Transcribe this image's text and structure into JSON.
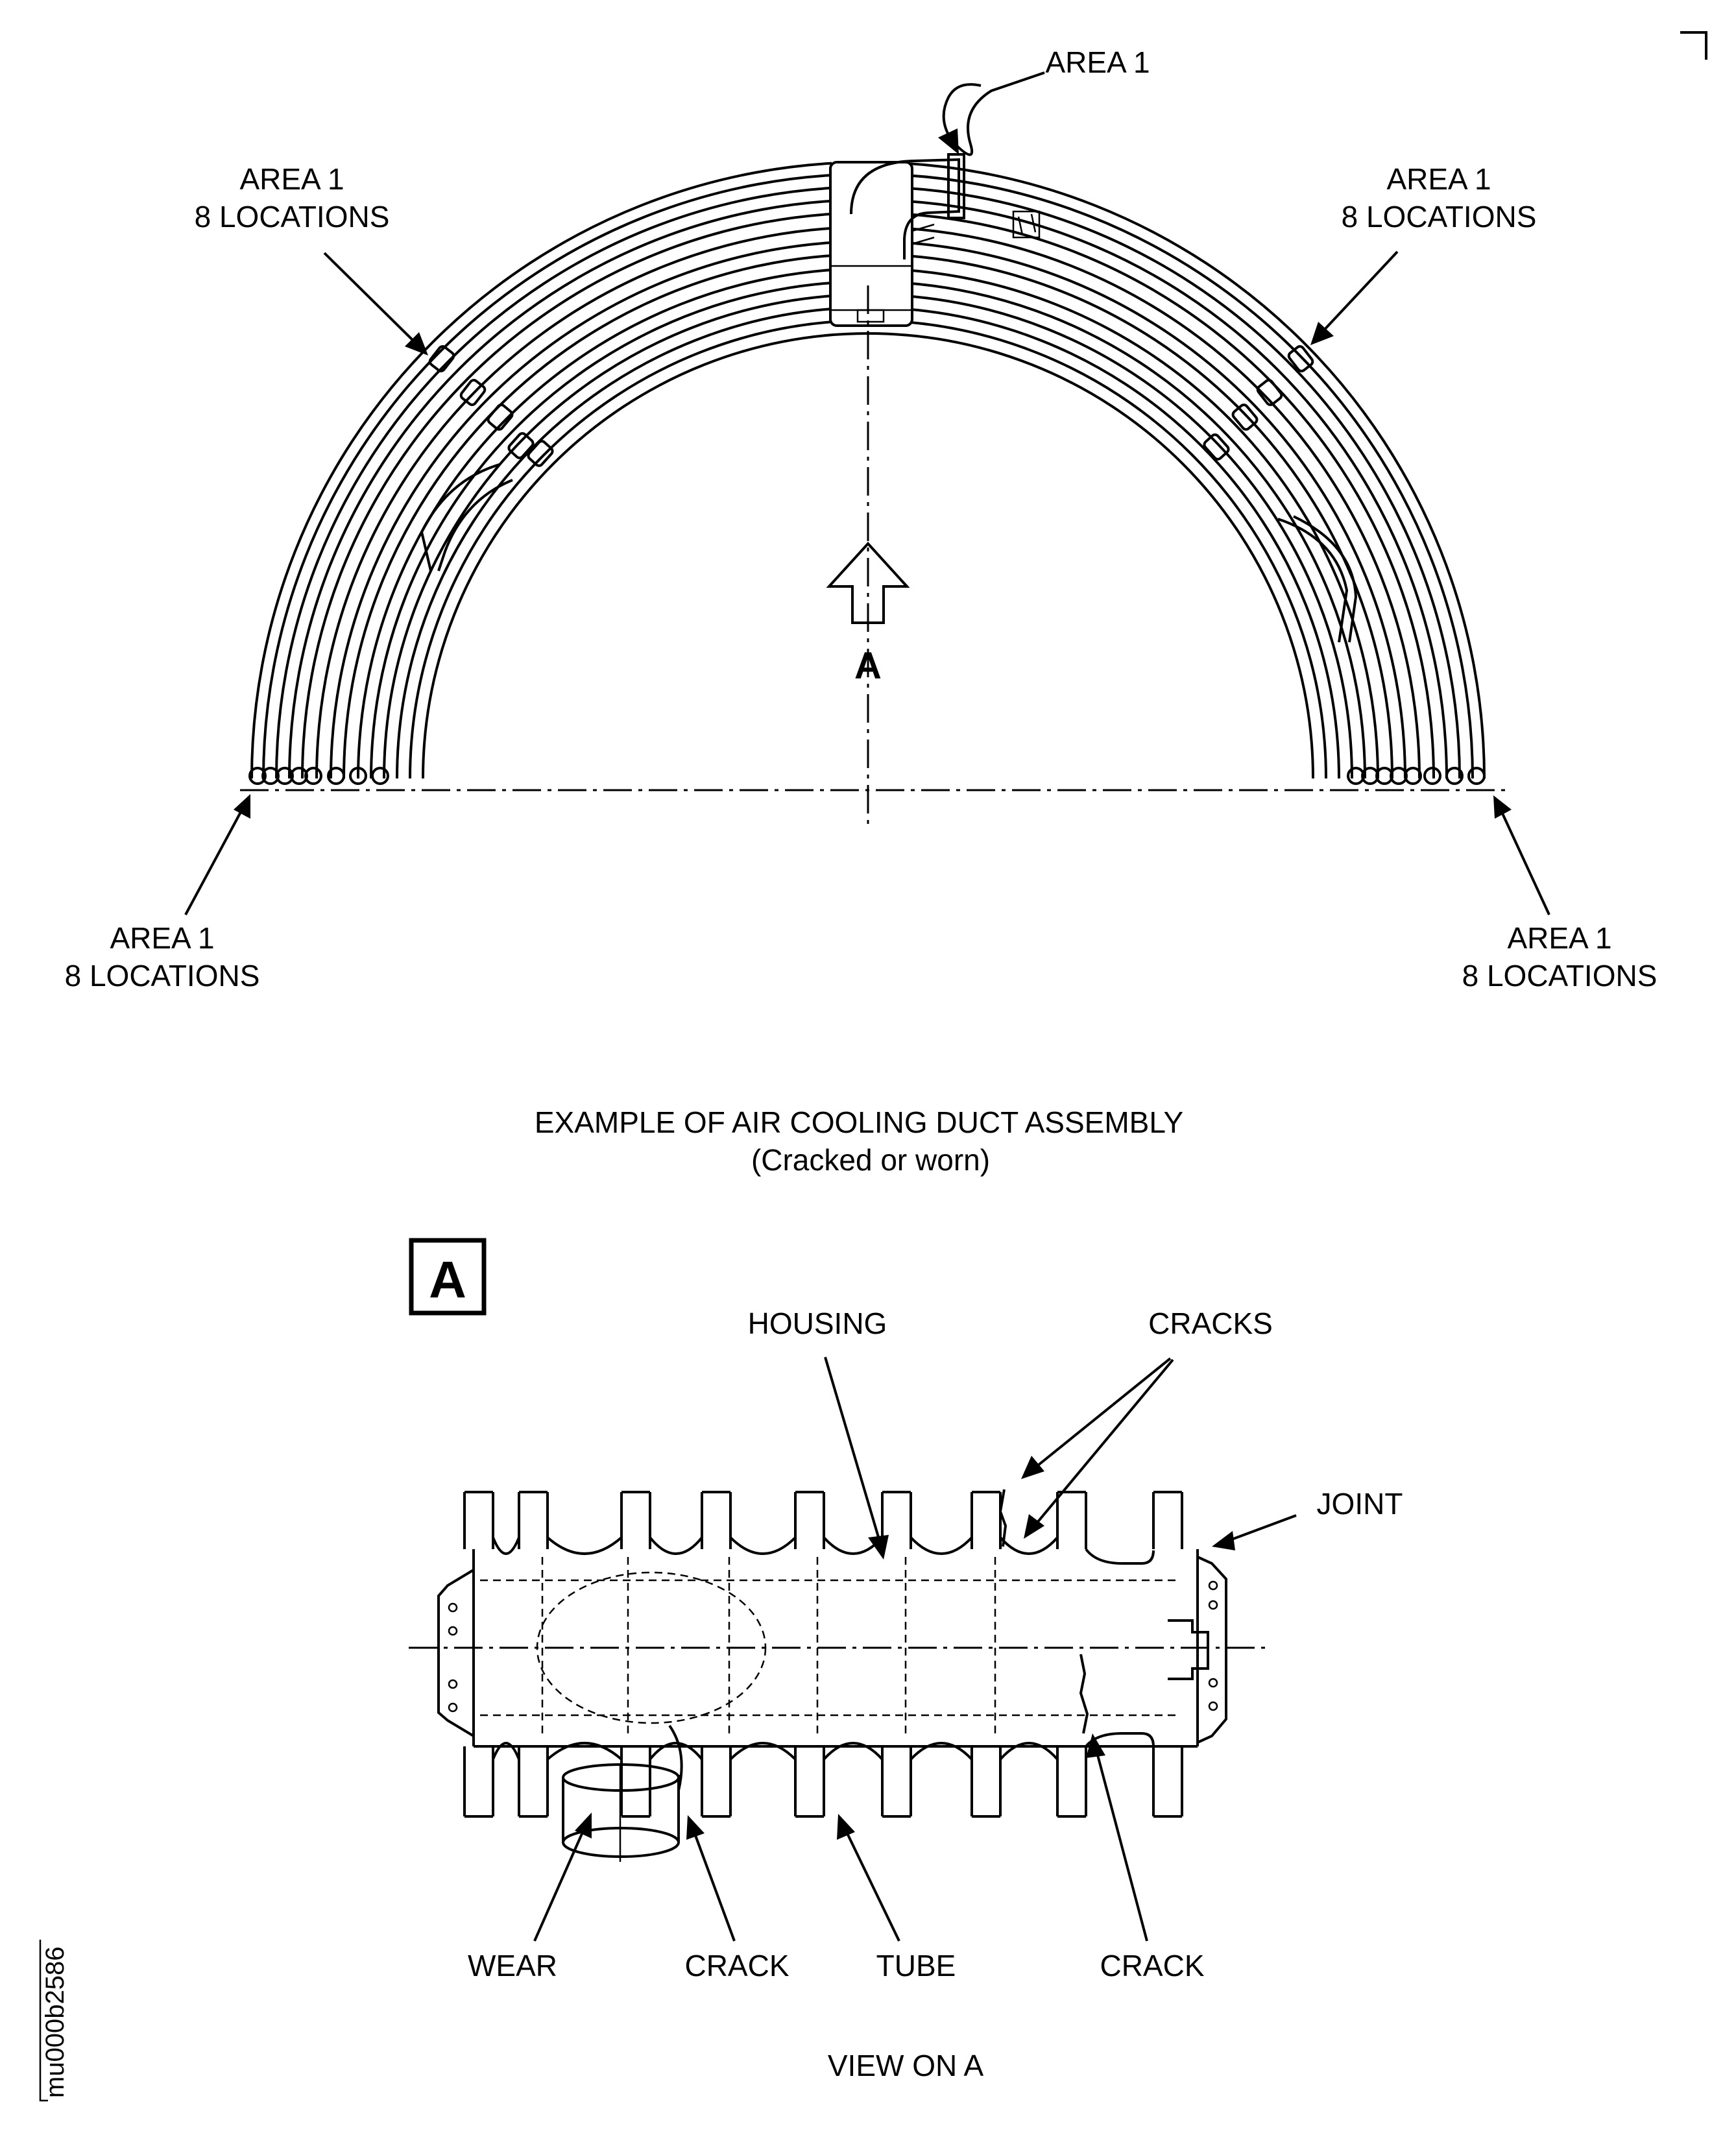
{
  "top_view": {
    "callouts": {
      "top": "AREA 1",
      "upper_left": [
        "AREA 1",
        "8 LOCATIONS"
      ],
      "upper_right": [
        "AREA 1",
        "8 LOCATIONS"
      ],
      "lower_left": [
        "AREA 1",
        "8 LOCATIONS"
      ],
      "lower_right": [
        "AREA 1",
        "8 LOCATIONS"
      ]
    },
    "view_arrow_label": "A",
    "caption": "EXAMPLE OF AIR COOLING DUCT ASSEMBLY",
    "subcaption": "(Cracked or worn)"
  },
  "detail_view": {
    "boxed_label": "A",
    "labels": {
      "housing": "HOUSING",
      "cracks": "CRACKS",
      "joint": "JOINT",
      "wear": "WEAR",
      "crack_left": "CRACK",
      "tube": "TUBE",
      "crack_right": "CRACK"
    },
    "caption": "VIEW ON A"
  },
  "reference_code": "mu000b2586"
}
